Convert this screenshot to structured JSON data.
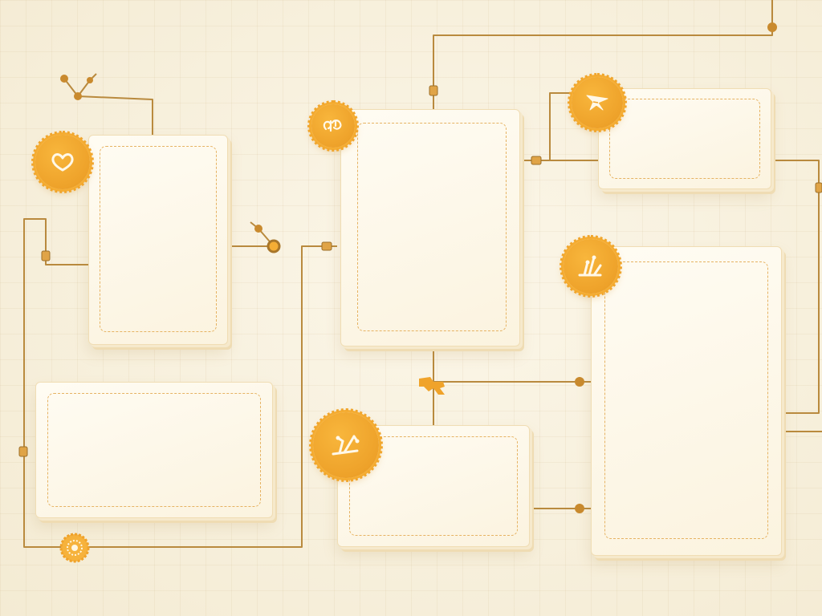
{
  "diagram": {
    "cards": [
      {
        "id": "card-top-left"
      },
      {
        "id": "card-center-top"
      },
      {
        "id": "card-top-right"
      },
      {
        "id": "card-right-tall"
      },
      {
        "id": "card-bottom-left"
      },
      {
        "id": "card-bottom-center"
      }
    ],
    "badges": [
      {
        "id": "heart",
        "icon": "heart-icon"
      },
      {
        "id": "link",
        "icon": "link-icon"
      },
      {
        "id": "arrow",
        "icon": "arrow-icon"
      },
      {
        "id": "branch",
        "icon": "branch-icon"
      },
      {
        "id": "sprout",
        "icon": "sprout-icon"
      }
    ],
    "colors": {
      "background": "#f7f0dc",
      "card_fill": "#fdf8ea",
      "card_border": "#f0ddb4",
      "dashed_inner": "#e6b363",
      "badge_orange": "#f0a32a",
      "wire": "#b98a3e",
      "node": "#c98a2e"
    }
  }
}
